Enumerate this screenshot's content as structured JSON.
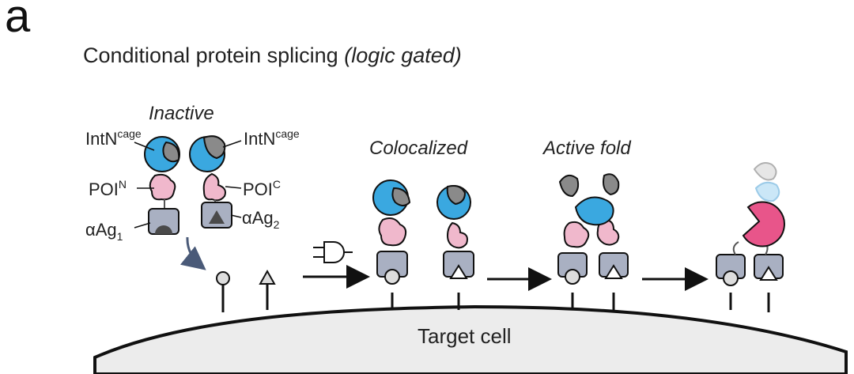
{
  "panel_label": "a",
  "title": {
    "main": "Conditional protein splicing",
    "qualifier": "(logic gated)"
  },
  "stage_labels": {
    "inactive": "Inactive",
    "colocalized": "Colocalized",
    "active": "Active fold"
  },
  "component_labels": {
    "intn_left": {
      "base": "IntN",
      "sup": "cage"
    },
    "intn_right": {
      "base": "IntN",
      "sup": "cage"
    },
    "poi_n": {
      "base": "POI",
      "sup": "N"
    },
    "poi_c": {
      "base": "POI",
      "sup": "C"
    },
    "ag1": {
      "base": "αAg",
      "sub": "1"
    },
    "ag2": {
      "base": "αAg",
      "sub": "2"
    }
  },
  "cell_label": "Target cell",
  "colors": {
    "intein_blue": "#3aa8e0",
    "cage_gray": "#8a8a8a",
    "poi_pink": "#f0b8cc",
    "binder_box": "#a9b0c2",
    "spliced_protein": "#e8558a",
    "cell_fill": "#ececec"
  }
}
